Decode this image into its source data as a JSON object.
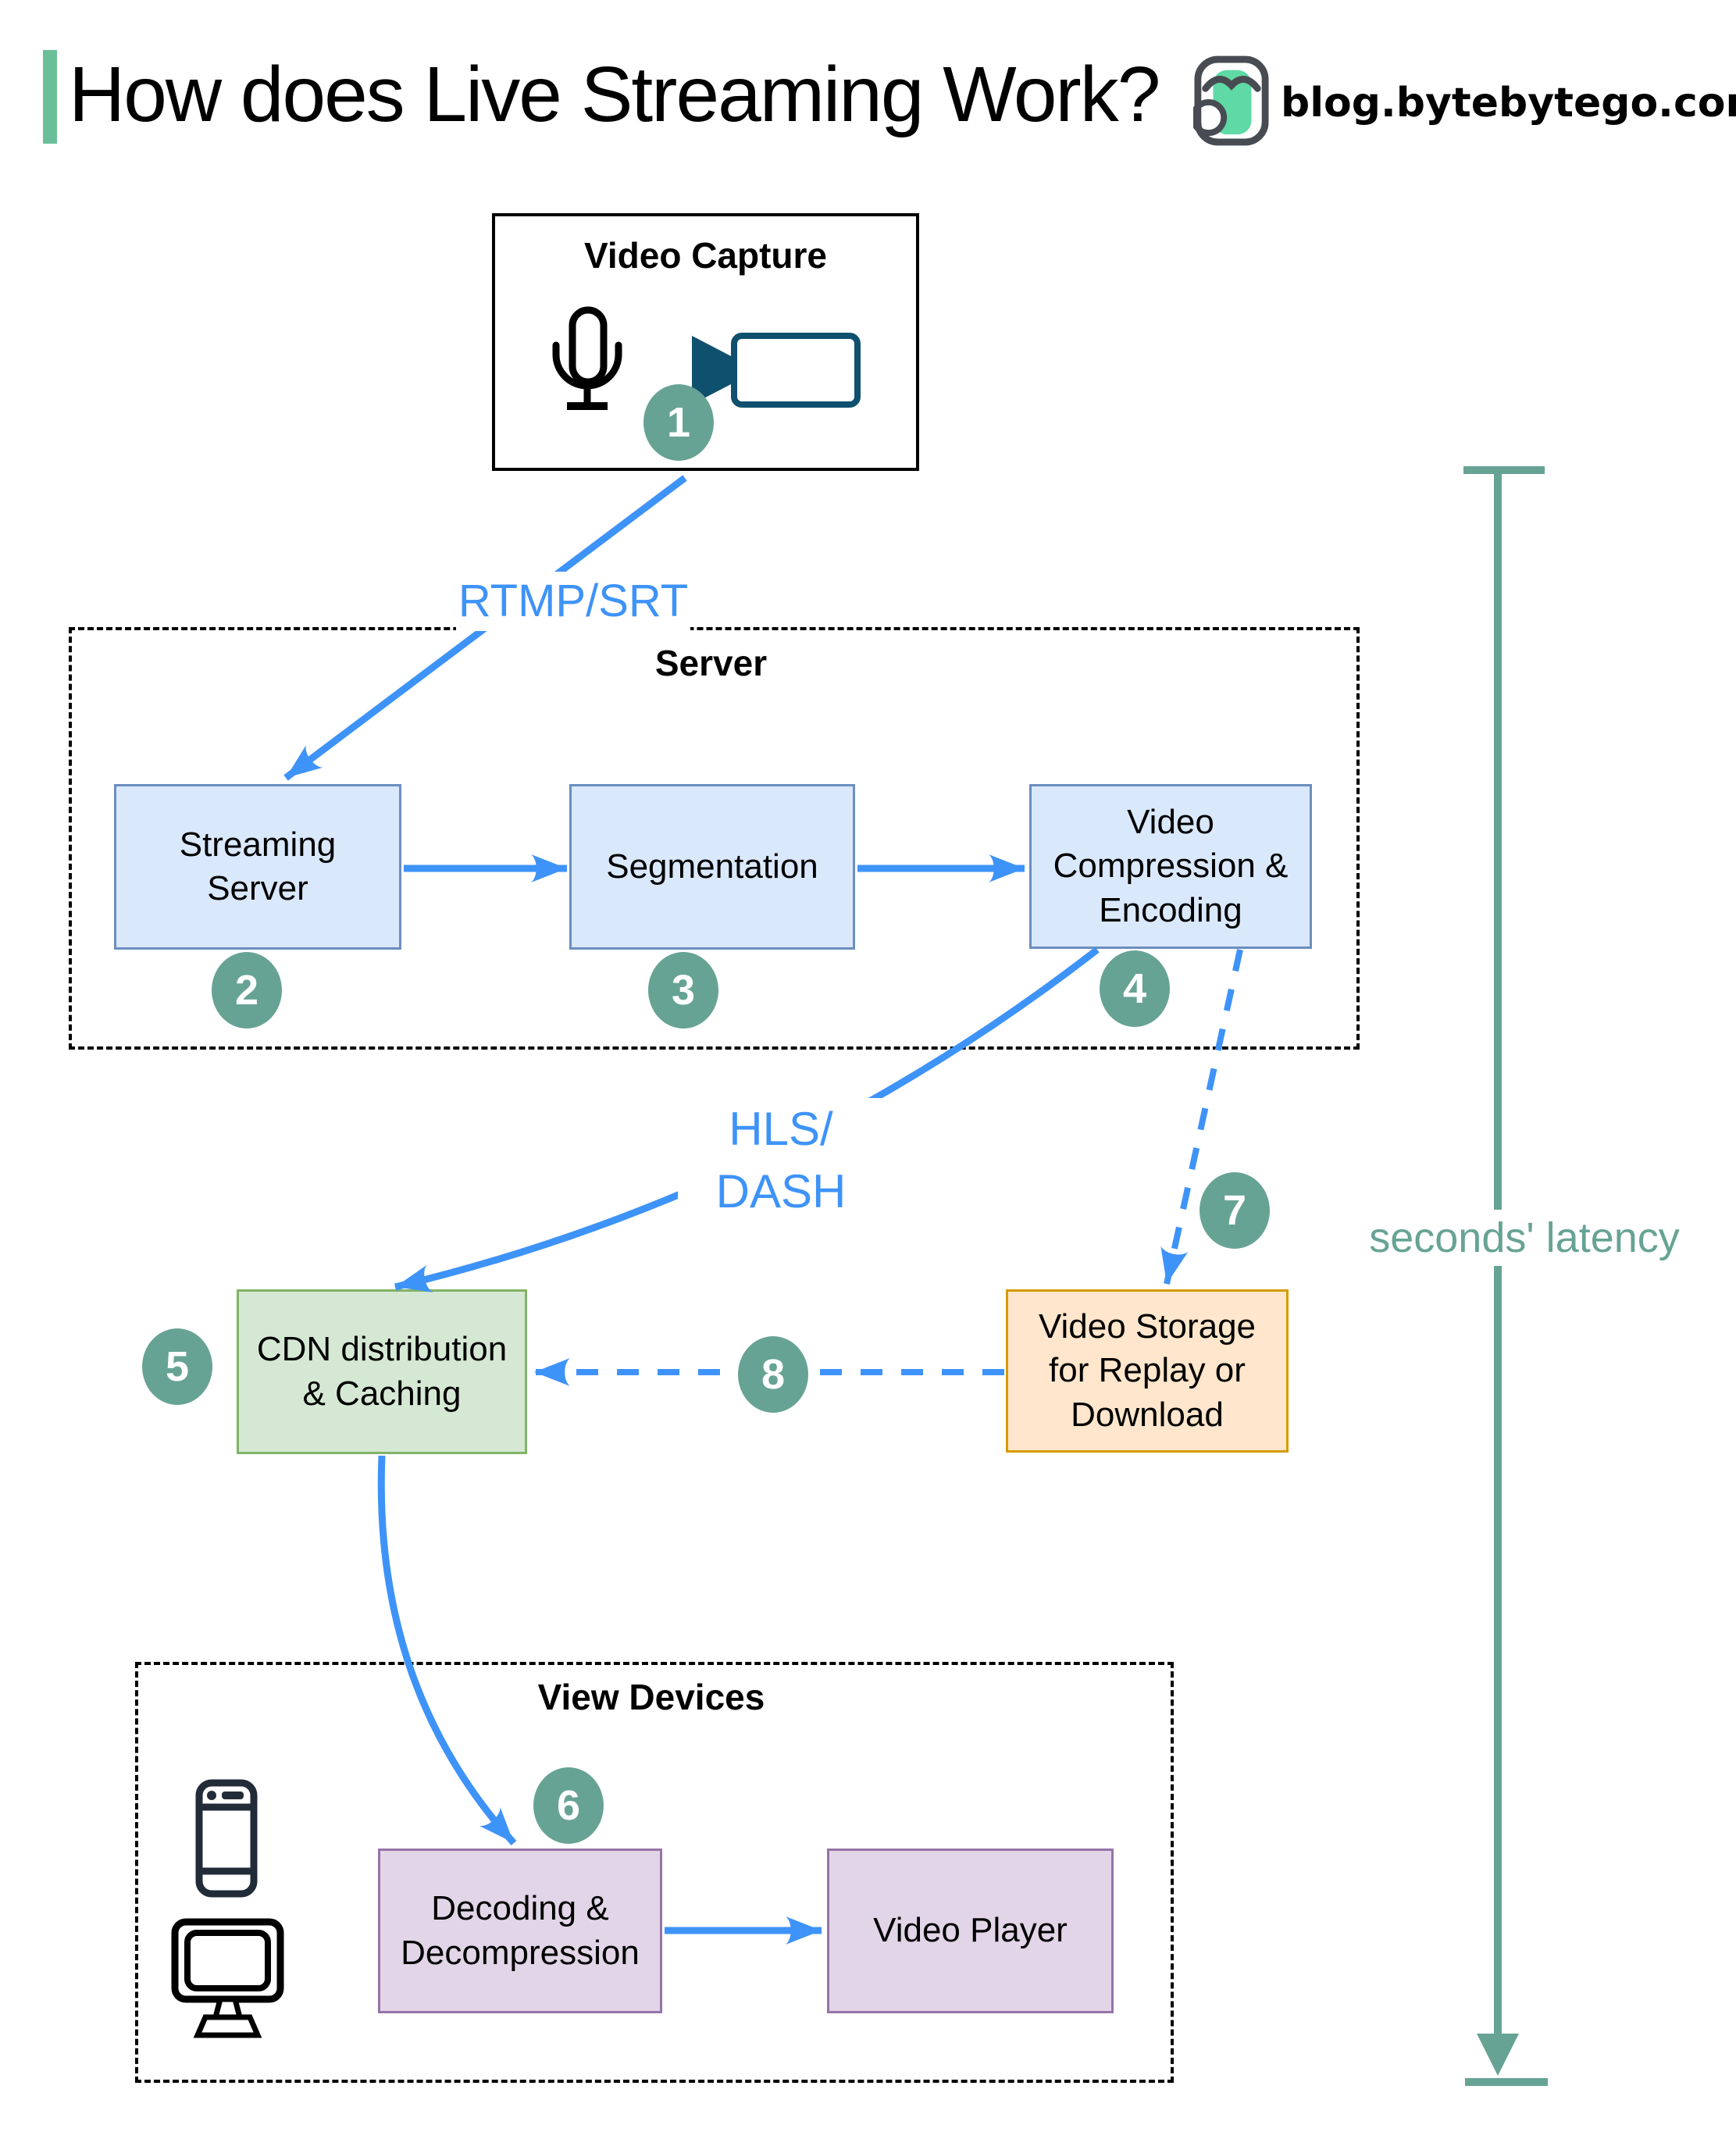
{
  "header": {
    "title": "How does Live Streaming Work?",
    "brand": "blog.bytebytego.com"
  },
  "groups": {
    "server": {
      "title": "Server"
    },
    "view_devices": {
      "title": "View Devices"
    }
  },
  "nodes": {
    "video_capture": {
      "title": "Video Capture"
    },
    "streaming_server": {
      "label": "Streaming Server",
      "lines": [
        "Streaming",
        "Server"
      ]
    },
    "segmentation": {
      "label": "Segmentation",
      "lines": [
        "Segmentation"
      ]
    },
    "video_compression": {
      "label": "Video Compression & Encoding",
      "lines": [
        "Video",
        "Compression &",
        "Encoding"
      ]
    },
    "cdn": {
      "label": "CDN distribution & Caching",
      "lines": [
        "CDN distribution",
        "& Caching"
      ]
    },
    "video_storage": {
      "label": "Video Storage for Replay or Download",
      "lines": [
        "Video Storage",
        "for Replay or",
        "Download"
      ]
    },
    "decoding": {
      "label": "Decoding & Decompression",
      "lines": [
        "Decoding &",
        "Decompression"
      ]
    },
    "video_player": {
      "label": "Video Player",
      "lines": [
        "Video Player"
      ]
    }
  },
  "edge_labels": {
    "rtmp": "RTMP/SRT",
    "hls_dash": [
      "HLS/",
      "DASH"
    ],
    "latency": "seconds' latency"
  },
  "steps": [
    "1",
    "2",
    "3",
    "4",
    "5",
    "6",
    "7",
    "8"
  ],
  "icons": {
    "brand_logo": "bytebytego-owl-logo",
    "video_capture": [
      "microphone-icon",
      "video-camera-icon"
    ],
    "view_devices": [
      "smartphone-icon",
      "desktop-monitor-icon"
    ]
  },
  "colors": {
    "accent_bar": "#6abf98",
    "arrow_blue": "#3e93f8",
    "step_circle": "#67a395",
    "latency_line": "#67a395",
    "box_blue_fill": "#dae8fc",
    "box_blue_border": "#6c8ebf",
    "box_green_fill": "#d5e8d4",
    "box_green_border": "#82b366",
    "box_orange_fill": "#ffe6cc",
    "box_orange_border": "#d79b00",
    "box_purple_fill": "#e1d5e7",
    "box_purple_border": "#9673a6",
    "camera_icon": "#0f506e"
  }
}
